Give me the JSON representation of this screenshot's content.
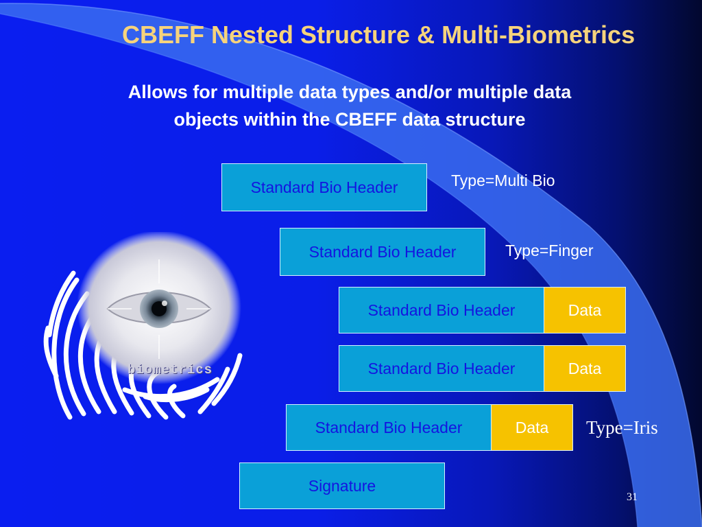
{
  "slide": {
    "title": "CBEFF Nested Structure & Multi-Biometrics",
    "subtitle_line1": "Allows for multiple data types and/or multiple data",
    "subtitle_line2": "objects within the CBEFF data structure",
    "page_number": "31"
  },
  "image": {
    "caption": "biometrics",
    "icon": "fingerprint-eye-image"
  },
  "structure": {
    "header_label": "Standard Bio Header",
    "data_label": "Data",
    "signature_label": "Signature",
    "type_multi": "Type=Multi Bio",
    "type_finger": "Type=Finger",
    "type_iris": "Type=Iris"
  },
  "colors": {
    "title": "#f6d37c",
    "header_box": "#0aa0d8",
    "data_box": "#f6c200",
    "header_text": "#1414e0"
  }
}
